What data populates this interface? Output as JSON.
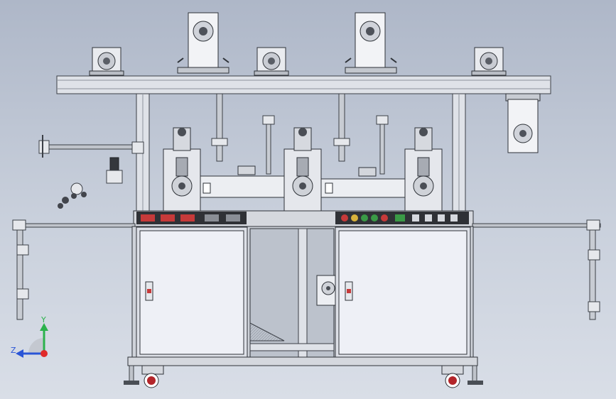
{
  "view": {
    "model": "cad-assembly-front-view",
    "background_top": "#aeb7c8",
    "background_bottom": "#d9dee7"
  },
  "triad": {
    "y_label": "Y",
    "z_label": "Z",
    "y_color": "#2bb24c",
    "z_color": "#2a55d6",
    "x_color": "#e02a2a"
  },
  "palette": {
    "frame": "#d7dbe2",
    "frame_edge": "#3b3f46",
    "cabinet": "#eef0f6",
    "panel_dark": "#2f3136",
    "button_red": "#c63a3a",
    "button_green": "#3a9a46",
    "button_yellow": "#d8b23b",
    "caster_red": "#b3252a"
  },
  "icons": [
    "reel-bearing-icon",
    "motor-icon",
    "cabinet-door-handle-icon",
    "caster-wheel-icon",
    "coordinate-triad-icon"
  ]
}
